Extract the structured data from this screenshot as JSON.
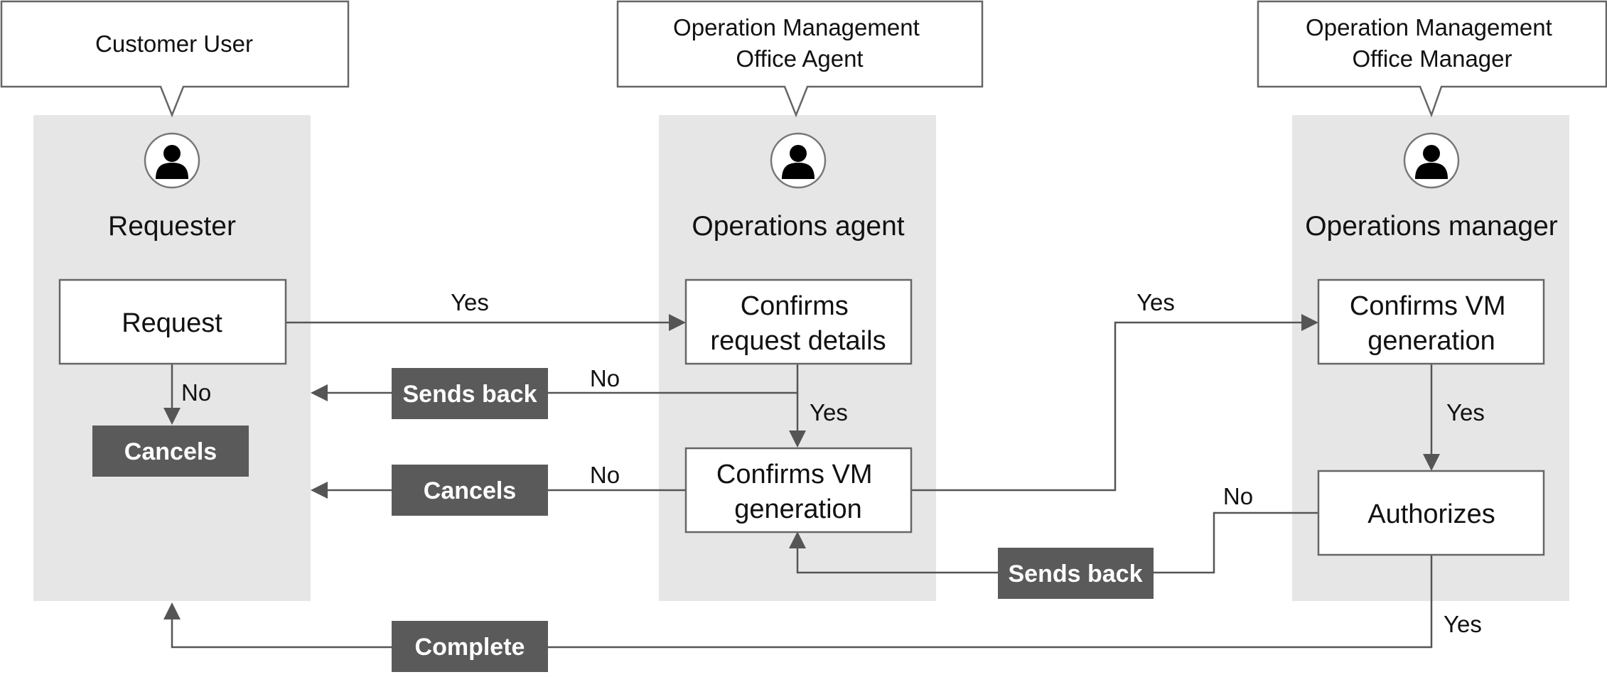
{
  "lanes": [
    {
      "callout": [
        "Customer User"
      ],
      "role": "Requester"
    },
    {
      "callout": [
        "Operation Management",
        "Office Agent"
      ],
      "role": "Operations agent"
    },
    {
      "callout": [
        "Operation Management",
        "Office Manager"
      ],
      "role": "Operations manager"
    }
  ],
  "steps": {
    "request": [
      "Request"
    ],
    "confirm_details": [
      "Confirms",
      "request details"
    ],
    "agent_confirm_vm": [
      "Confirms VM",
      "generation"
    ],
    "manager_confirm_vm": [
      "Confirms VM",
      "generation"
    ],
    "authorizes": [
      "Authorizes"
    ]
  },
  "actions": {
    "cancels_requester": "Cancels",
    "sends_back_agent": "Sends back",
    "cancels_agent": "Cancels",
    "sends_back_manager": "Sends back",
    "complete": "Complete"
  },
  "edge_labels": {
    "request_to_agent": "Yes",
    "request_no": "No",
    "details_no": "No",
    "details_yes": "Yes",
    "vm_no": "No",
    "vm_yes": "Yes",
    "manager_vm_yes": "Yes",
    "authorize_no": "No",
    "authorize_yes": "Yes"
  },
  "colors": {
    "lane": "#e6e6e6",
    "connector": "#555555",
    "dark_label": "#5a5a5a",
    "box_border": "#666666"
  }
}
